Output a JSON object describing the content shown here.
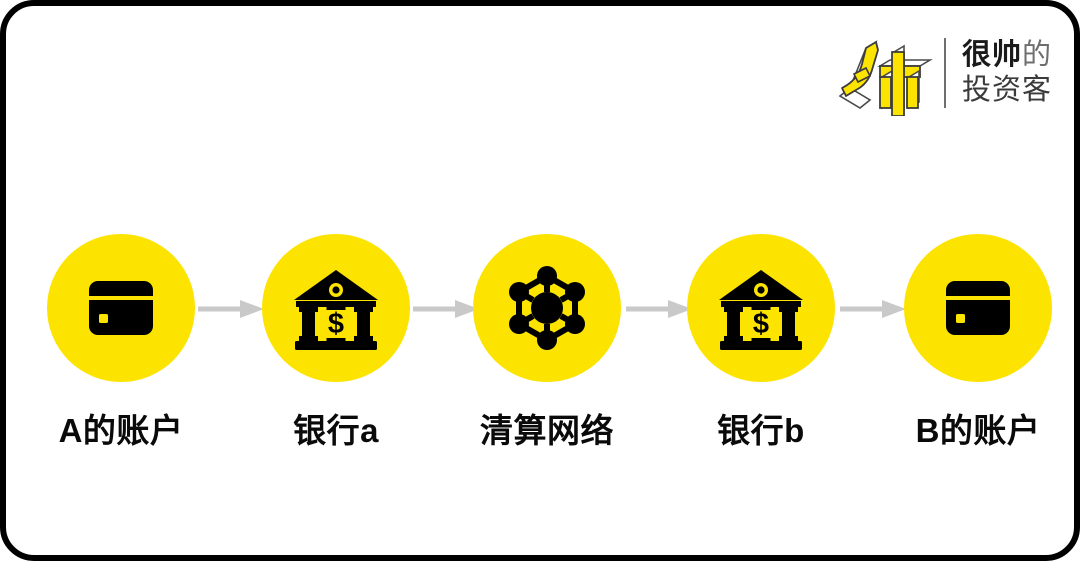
{
  "card": {
    "background": "#ffffff",
    "border_color": "#000000"
  },
  "brand": {
    "mark_name": "shuai-logo-icon",
    "mark_color": "#FCE300",
    "divider_color": "#6f6f6f",
    "line1_strong": "很帅",
    "line1_soft": "的",
    "line2": "投资客"
  },
  "flow": {
    "accent_color": "#FCE300",
    "arrow_color": "#c9c9c9",
    "label_color": "#0a0a0a",
    "nodes": [
      {
        "id": "node-1",
        "icon": "credit-card-icon",
        "label": "A的账户"
      },
      {
        "id": "node-2",
        "icon": "bank-dollar-icon",
        "label": "银行a"
      },
      {
        "id": "node-3",
        "icon": "clearing-network-icon",
        "label": "清算网络"
      },
      {
        "id": "node-4",
        "icon": "bank-dollar-icon",
        "label": "银行b"
      },
      {
        "id": "node-5",
        "icon": "credit-card-icon",
        "label": "B的账户"
      }
    ],
    "arrows": [
      {
        "id": "arrow-1",
        "direction": "right"
      },
      {
        "id": "arrow-2",
        "direction": "right"
      },
      {
        "id": "arrow-3",
        "direction": "right"
      },
      {
        "id": "arrow-4",
        "direction": "right"
      }
    ]
  }
}
